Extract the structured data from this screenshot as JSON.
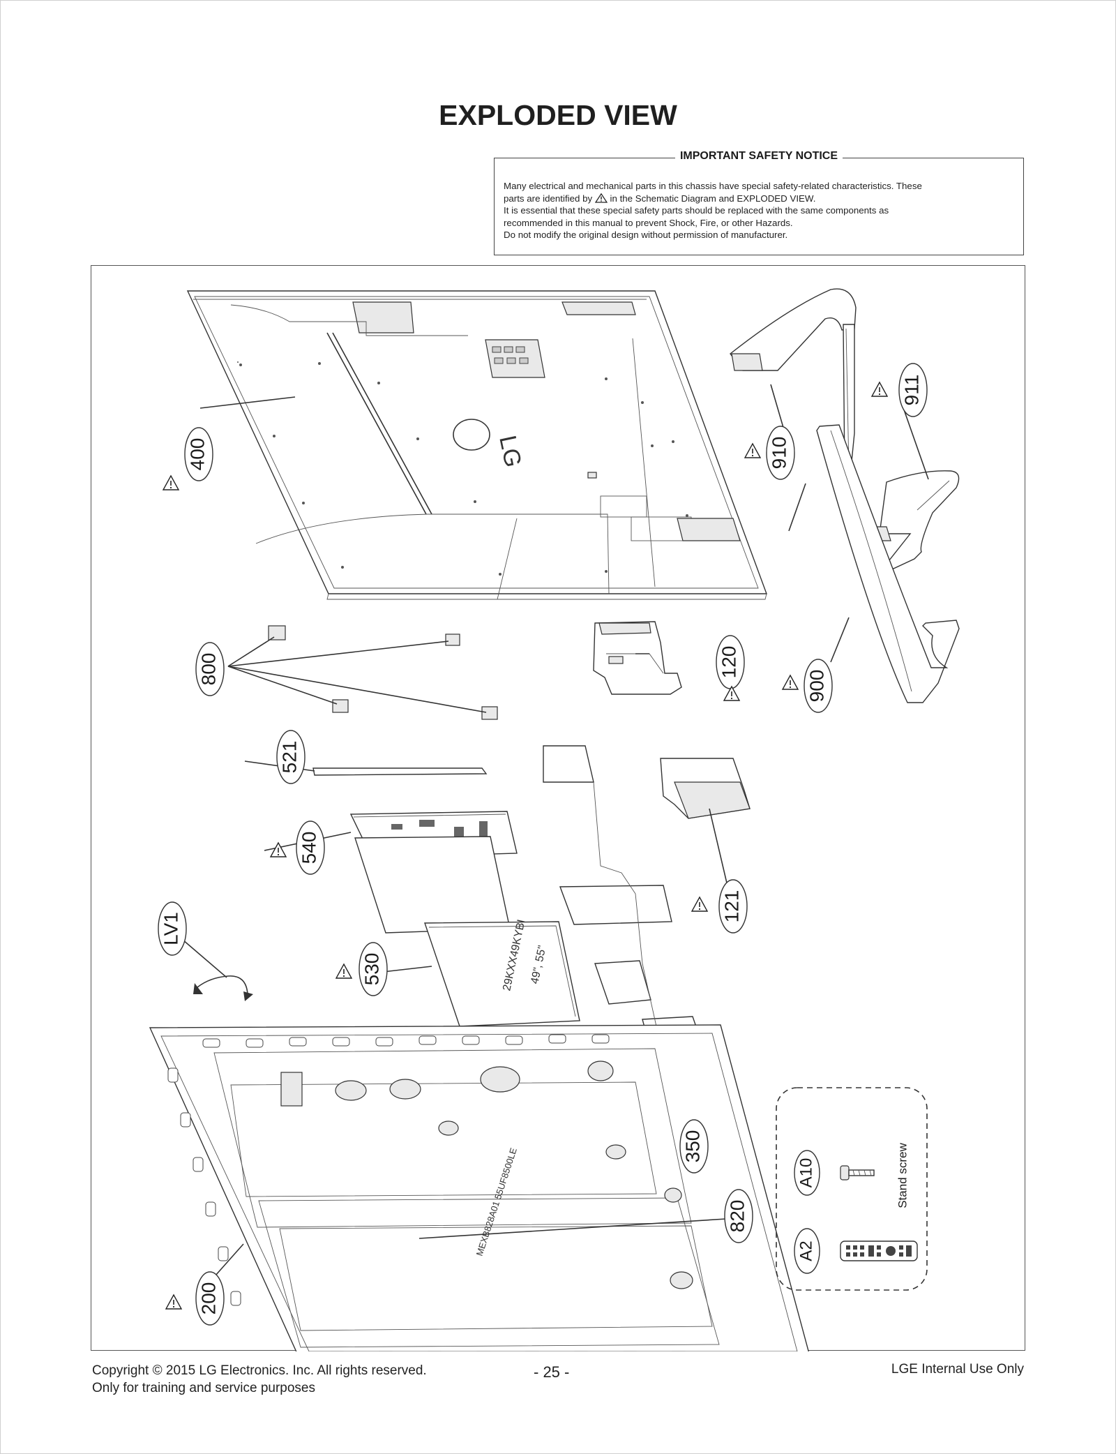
{
  "page": {
    "title": "EXPLODED VIEW"
  },
  "notice": {
    "title": "IMPORTANT SAFETY NOTICE",
    "line1": "Many electrical and mechanical parts in this chassis have special safety-related characteristics. These",
    "line2a": "parts are identified by",
    "line2b": "in the Schematic Diagram and EXPLODED VIEW.",
    "line3": "It is essential that these special safety parts should be replaced with the same components as",
    "line4": "recommended in this manual to prevent Shock, Fire, or other Hazards.",
    "line5": "Do not modify the original design without permission of manufacturer."
  },
  "callouts": {
    "c400": "400",
    "c910": "910",
    "c911": "911",
    "c800": "800",
    "c120": "120",
    "c900": "900",
    "c521": "521",
    "c540": "540",
    "c121": "121",
    "cLV1": "LV1",
    "c530": "530",
    "c350": "350",
    "c820": "820",
    "c200": "200",
    "cA10": "A10",
    "cA2": "A2"
  },
  "parts": {
    "stand_screw_label": "Stand screw",
    "back_cover_logo": "LG",
    "module_label": "29KXX49KYBI",
    "module_size": "49\", 55\"",
    "panel_label": "MEXB828A01 55UF8500LE"
  },
  "footer": {
    "copyright": "Copyright  © 2015 LG Electronics. Inc. All rights reserved.",
    "training": "Only for training and service purposes",
    "page_number": "- 25 -",
    "internal": "LGE Internal Use Only"
  }
}
